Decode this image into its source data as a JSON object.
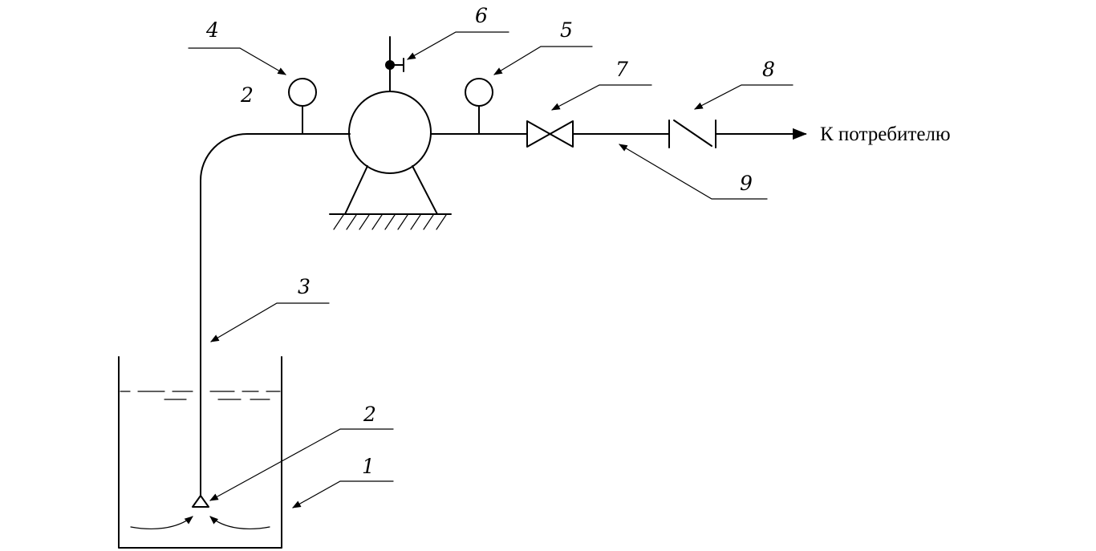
{
  "diagram": {
    "callouts": {
      "tank": "1",
      "intake": "2",
      "pump_inlet": "2",
      "suction_pipe": "3",
      "gauge_left": "4",
      "gauge_right": "5",
      "air_valve": "6",
      "gate_valve": "7",
      "check_valve": "8",
      "discharge_pipe": "9"
    },
    "destination_label": "К потребителю"
  }
}
